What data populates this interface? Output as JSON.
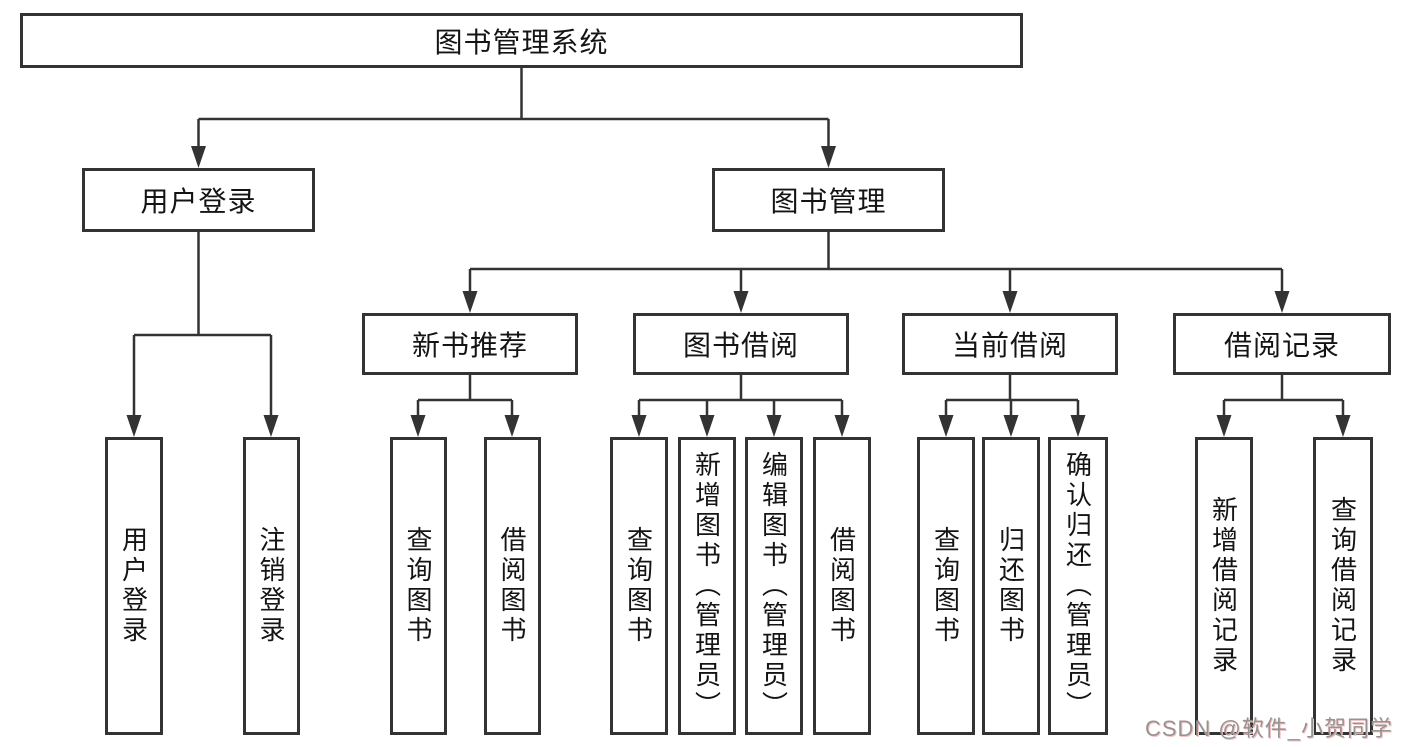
{
  "page": {
    "background": "#ffffff"
  },
  "colors": {
    "node_border": "#333333",
    "node_text": "#141414",
    "connector": "#333333",
    "watermark_gray": "#979393",
    "watermark_pink": "#f2c4c4"
  },
  "tree": {
    "root": "图书管理系统",
    "level2": [
      {
        "label": "用户登录",
        "children": [
          "用户登录",
          "注销登录"
        ]
      },
      {
        "label": "图书管理",
        "groups": [
          {
            "label": "新书推荐",
            "children": [
              "查询图书",
              "借阅图书"
            ]
          },
          {
            "label": "图书借阅",
            "children": [
              "查询图书",
              "新增图书（管理员）",
              "编辑图书（管理员）",
              "借阅图书"
            ]
          },
          {
            "label": "当前借阅",
            "children": [
              "查询图书",
              "归还图书",
              "确认归还（管理员）"
            ]
          },
          {
            "label": "借阅记录",
            "children": [
              "新增借阅记录",
              "查询借阅记录"
            ]
          }
        ]
      }
    ]
  },
  "watermark": {
    "text": "CSDN @软件_小贺同学"
  }
}
